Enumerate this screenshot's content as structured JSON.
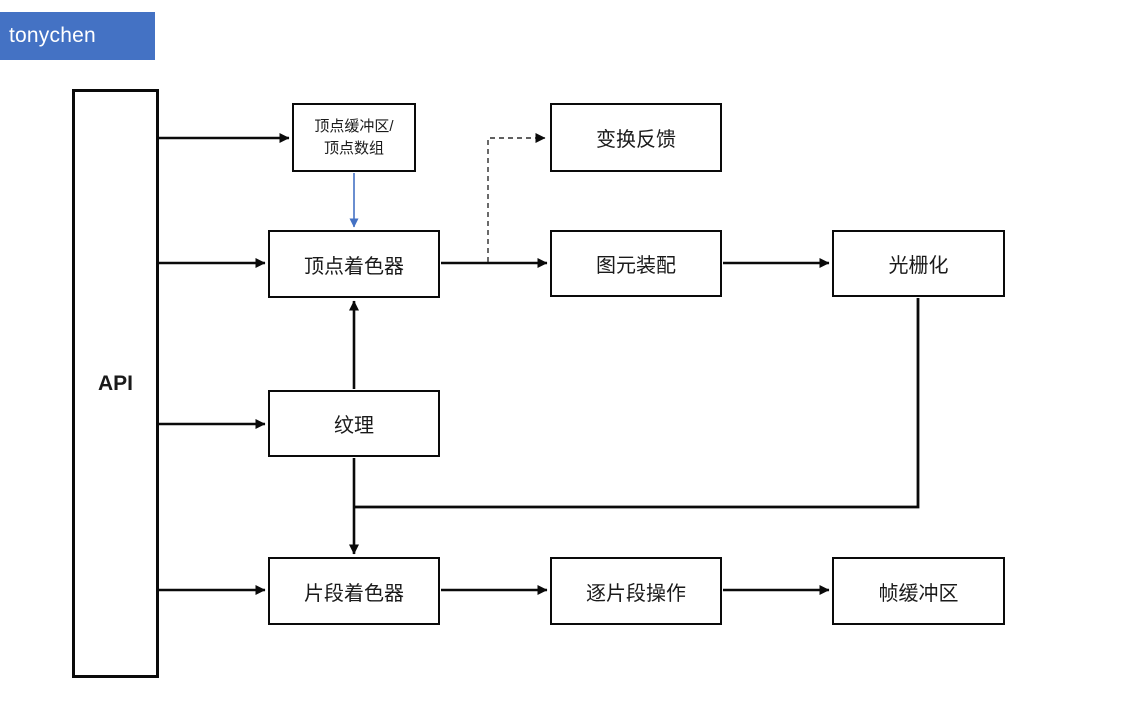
{
  "banner": {
    "label": "tonychen",
    "background_color": "#4472C4",
    "text_color": "#ffffff"
  },
  "diagram": {
    "type": "flowchart",
    "topic": "OpenGL rendering pipeline",
    "nodes": {
      "api": {
        "label": "API"
      },
      "vertex_buffer": {
        "label_line1": "顶点缓冲区/",
        "label_line2": "顶点数组"
      },
      "transform_feedback": {
        "label": "变换反馈"
      },
      "vertex_shader": {
        "label": "顶点着色器"
      },
      "primitive_assembly": {
        "label": "图元装配"
      },
      "rasterization": {
        "label": "光栅化"
      },
      "texture": {
        "label": "纹理"
      },
      "fragment_shader": {
        "label": "片段着色器"
      },
      "per_fragment_ops": {
        "label": "逐片段操作"
      },
      "framebuffer": {
        "label": "帧缓冲区"
      }
    },
    "edges": [
      {
        "from": "api",
        "to": "vertex_buffer",
        "style": "solid-black-arrow"
      },
      {
        "from": "api",
        "to": "vertex_shader",
        "style": "solid-black-arrow"
      },
      {
        "from": "api",
        "to": "texture",
        "style": "solid-black-arrow"
      },
      {
        "from": "api",
        "to": "fragment_shader",
        "style": "solid-black-arrow"
      },
      {
        "from": "vertex_buffer",
        "to": "vertex_shader",
        "style": "thin-blue-arrow"
      },
      {
        "from": "vertex_shader",
        "to": "primitive_assembly",
        "style": "solid-black-arrow"
      },
      {
        "from": "vertex_shader",
        "to": "transform_feedback",
        "style": "dashed-black-arrow"
      },
      {
        "from": "primitive_assembly",
        "to": "rasterization",
        "style": "solid-black-arrow"
      },
      {
        "from": "texture",
        "to": "vertex_shader",
        "style": "solid-black-arrow"
      },
      {
        "from": "texture",
        "to": "fragment_shader",
        "style": "solid-black-arrow"
      },
      {
        "from": "rasterization",
        "to": "fragment_shader",
        "style": "solid-black-elbow"
      },
      {
        "from": "fragment_shader",
        "to": "per_fragment_ops",
        "style": "solid-black-arrow"
      },
      {
        "from": "per_fragment_ops",
        "to": "framebuffer",
        "style": "solid-black-arrow"
      }
    ],
    "colors": {
      "line_black": "#0a0a0a",
      "accent_blue": "#4472C4",
      "box_fill": "#ffffff"
    }
  }
}
